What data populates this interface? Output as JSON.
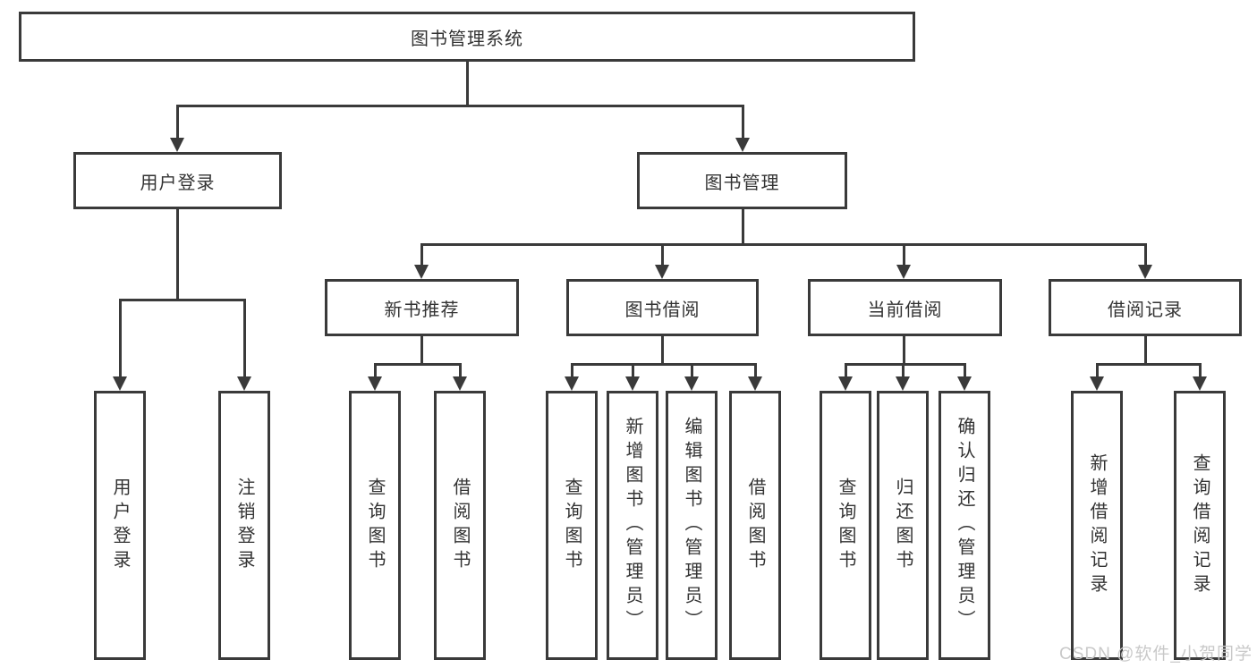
{
  "diagram": {
    "root": {
      "label": "图书管理系统"
    },
    "level2": [
      {
        "label": "用户登录"
      },
      {
        "label": "图书管理"
      }
    ],
    "level3": [
      {
        "label": "新书推荐"
      },
      {
        "label": "图书借阅"
      },
      {
        "label": "当前借阅"
      },
      {
        "label": "借阅记录"
      }
    ],
    "leaves": {
      "user_login": [
        "用户登录",
        "注销登录"
      ],
      "new_books": [
        "查询图书",
        "借阅图书"
      ],
      "book_borrowing": [
        "查询图书",
        "新增图书（管理员）",
        "编辑图书（管理员）",
        "借阅图书"
      ],
      "current_borrowing": [
        "查询图书",
        "归还图书",
        "确认归还（管理员）"
      ],
      "borrowing_records": [
        "新增借阅记录",
        "查询借阅记录"
      ]
    }
  },
  "watermark": {
    "text": "CSDN @软件_小贺同学"
  },
  "colors": {
    "line": "#3a3a3a",
    "text": "#333333",
    "background": "#ffffff",
    "watermark": "#c9c9c9"
  }
}
